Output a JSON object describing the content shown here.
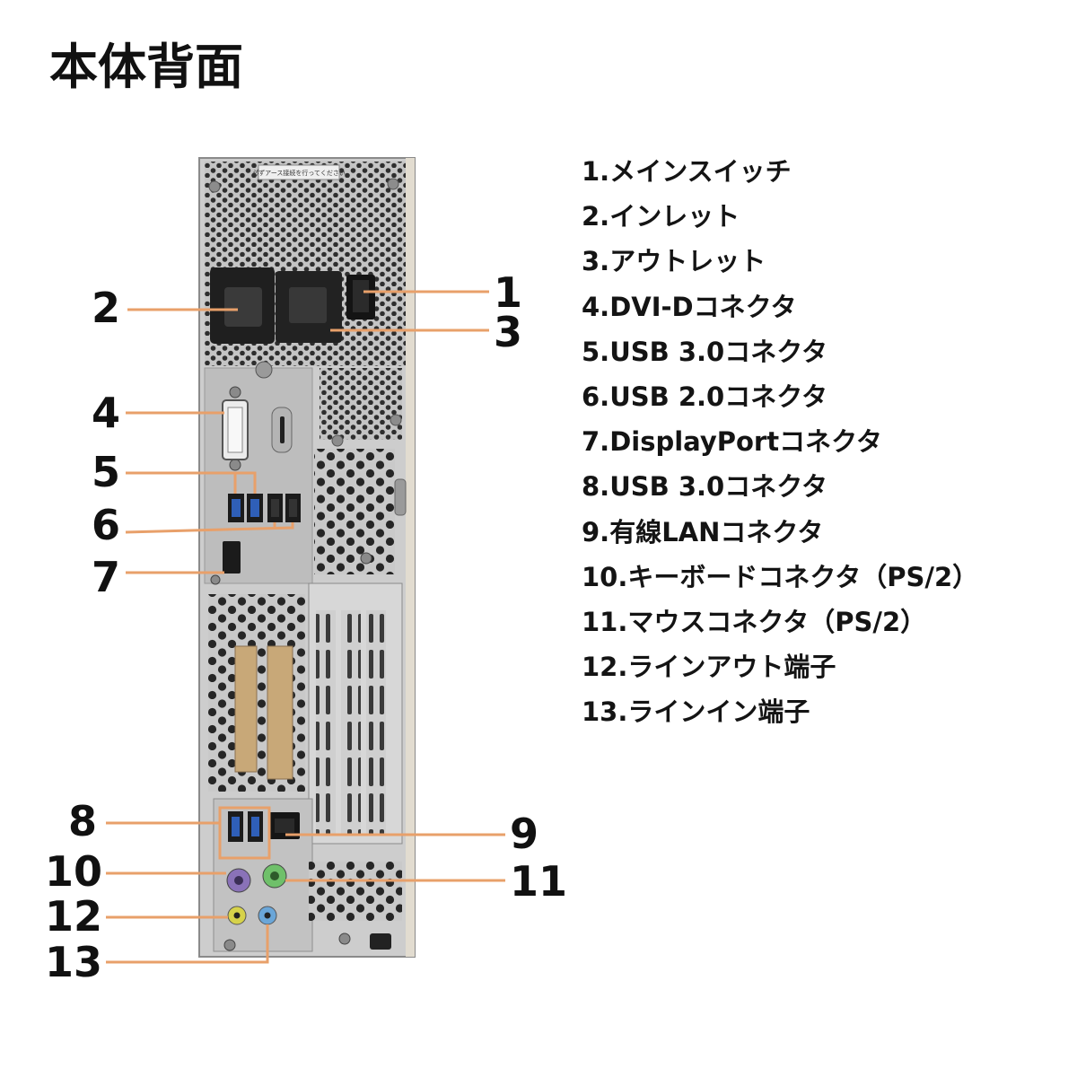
{
  "title": "本体背面",
  "legend": [
    "1.メインスイッチ",
    "2.インレット",
    "3.アウトレット",
    "4.DVI-Dコネクタ",
    "5.USB 3.0コネクタ",
    "6.USB 2.0コネクタ",
    "7.DisplayPortコネクタ",
    "8.USB 3.0コネクタ",
    "9.有線LANコネクタ",
    "10.キーボードコネクタ（PS/2）",
    "11.マウスコネクタ（PS/2）",
    "12.ラインアウト端子",
    "13.ラインイン端子"
  ],
  "callouts": {
    "n1": "1",
    "n2": "2",
    "n3": "3",
    "n4": "4",
    "n5": "5",
    "n6": "6",
    "n7": "7",
    "n8": "8",
    "n9": "9",
    "n10": "10",
    "n11": "11",
    "n12": "12",
    "n13": "13"
  },
  "sticker": "必ずアース接続を行ってください",
  "colors": {
    "leader": "#e8a06a",
    "chassis": "#c9c9c9",
    "usb3": "#2f5fb8",
    "ps2_keyboard": "#8a72b8",
    "ps2_mouse": "#6fc06a",
    "line_out": "#d6d24a",
    "line_in": "#6aa6d8"
  }
}
